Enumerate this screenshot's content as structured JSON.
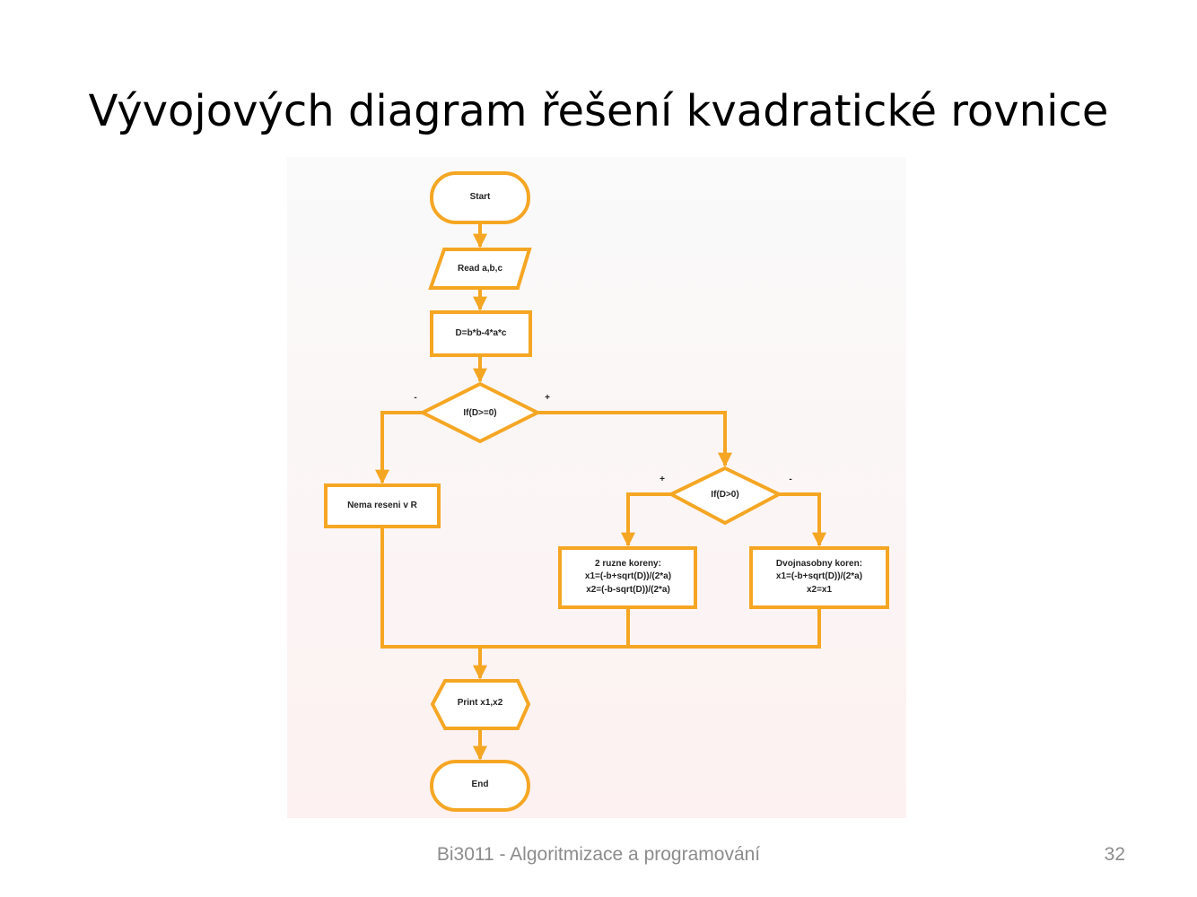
{
  "slide": {
    "title": "Vývojových diagram řešení kvadratické rovnice",
    "footer": "Bi3011 - Algoritmizace a programování",
    "page_number": "32"
  },
  "colors": {
    "flow_stroke": "#f5a623",
    "panel_top": "#fafafa",
    "panel_bottom": "#fdf1f1"
  },
  "flowchart": {
    "start": "Start",
    "read": "Read a,b,c",
    "discriminant": "D=b*b-4*a*c",
    "condition_1": "If(D>=0)",
    "condition_1_no": "-",
    "condition_1_yes": "+",
    "no_solution": "Nema reseni v R",
    "condition_2": "If(D>0)",
    "condition_2_yes": "+",
    "condition_2_no": "-",
    "two_roots": {
      "line1": "2 ruzne koreny:",
      "line2": "x1=(-b+sqrt(D))/(2*a)",
      "line3": "x2=(-b-sqrt(D))/(2*a)"
    },
    "double_root": {
      "line1": "Dvojnasobny  koren:",
      "line2": "x1=(-b+sqrt(D))/(2*a)",
      "line3": "x2=x1"
    },
    "print": "Print x1,x2",
    "end": "End"
  }
}
